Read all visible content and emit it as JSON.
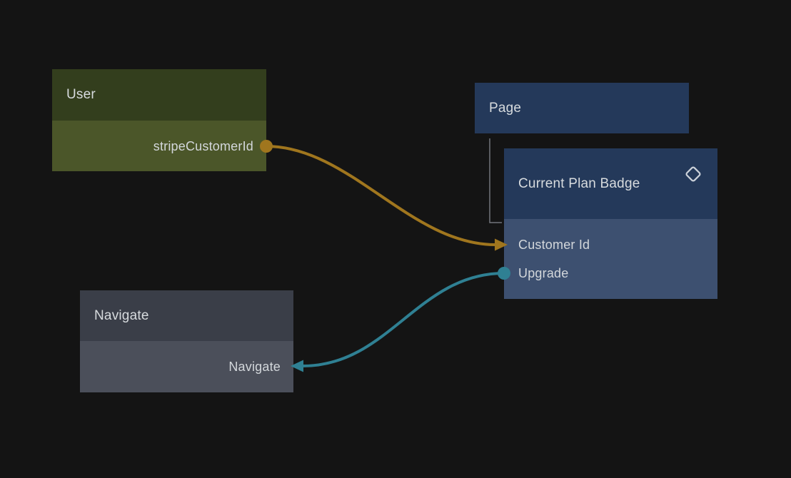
{
  "canvas": {
    "background_color": "#141414"
  },
  "colors": {
    "edge_amber": "#a0761e",
    "edge_teal": "#2f8093",
    "tree_connector_gray": "#71757b",
    "title_text": "#d7dbde",
    "port_text": "#d3d7db",
    "badge_icon_stroke": "#cdd3db"
  },
  "nodes": {
    "user": {
      "title": "User",
      "header_color": "#333e1d",
      "body_color": "#4b5629",
      "ports": [
        {
          "label": "stripeCustomerId",
          "direction": "output"
        }
      ]
    },
    "page": {
      "title": "Page",
      "header_color": "#24395a"
    },
    "current_plan_badge": {
      "title": "Current Plan Badge",
      "header_color": "#24395a",
      "body_color": "#3d5070",
      "icon": "diamond-icon",
      "ports": [
        {
          "label": "Customer Id",
          "direction": "input"
        },
        {
          "label": "Upgrade",
          "direction": "output"
        }
      ]
    },
    "navigate": {
      "title": "Navigate",
      "header_color": "#3a3e48",
      "body_color": "#4b4f5a",
      "ports": [
        {
          "label": "Navigate",
          "direction": "input"
        }
      ]
    }
  },
  "edges": [
    {
      "from": "User.stripeCustomerId",
      "to": "Current Plan Badge.Customer Id",
      "color": "#a0761e"
    },
    {
      "from": "Current Plan Badge.Upgrade",
      "to": "Navigate.Navigate",
      "color": "#2f8093"
    }
  ],
  "tree_links": [
    {
      "parent": "Page",
      "child": "Current Plan Badge",
      "color": "#71757b"
    }
  ]
}
